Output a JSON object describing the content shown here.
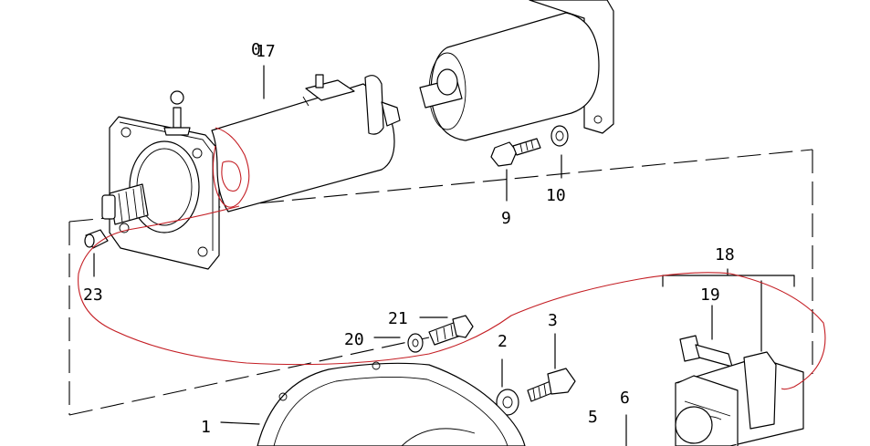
{
  "diagram": {
    "colors": {
      "line": "#000000",
      "annotation": "#c41e24",
      "background": "#ffffff"
    },
    "callouts": {
      "p0": "0",
      "p17": "17",
      "p9": "9",
      "p10": "10",
      "p23": "23",
      "p18": "18",
      "p19": "19",
      "p21": "21",
      "p20": "20",
      "p3": "3",
      "p2": "2",
      "p1": "1",
      "p6": "6",
      "p5": "5"
    }
  }
}
